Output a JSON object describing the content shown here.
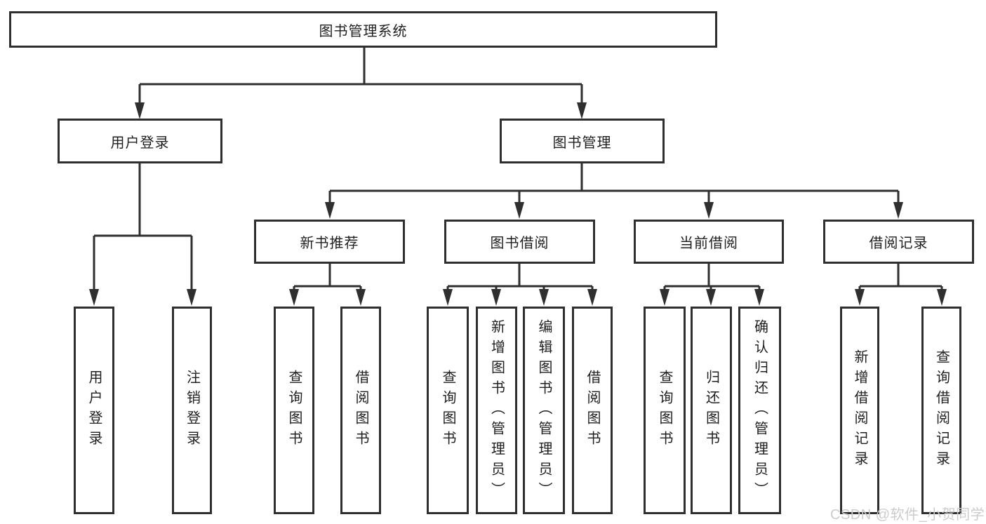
{
  "diagram": {
    "type": "hierarchy",
    "root": {
      "label": "图书管理系统"
    },
    "level2": [
      {
        "id": "user-login",
        "label": "用户登录"
      },
      {
        "id": "book-management",
        "label": "图书管理"
      }
    ],
    "level3": [
      {
        "id": "new-book-recommend",
        "parent": "book-management",
        "label": "新书推荐"
      },
      {
        "id": "book-borrow",
        "parent": "book-management",
        "label": "图书借阅"
      },
      {
        "id": "current-borrow",
        "parent": "book-management",
        "label": "当前借阅"
      },
      {
        "id": "borrow-records",
        "parent": "book-management",
        "label": "借阅记录"
      }
    ],
    "leaves": [
      {
        "parent": "user-login",
        "label": "用户登录"
      },
      {
        "parent": "user-login",
        "label": "注销登录"
      },
      {
        "parent": "new-book-recommend",
        "label": "查询图书"
      },
      {
        "parent": "new-book-recommend",
        "label": "借阅图书"
      },
      {
        "parent": "book-borrow",
        "label": "查询图书"
      },
      {
        "parent": "book-borrow",
        "label": "新增图书（管理员）"
      },
      {
        "parent": "book-borrow",
        "label": "编辑图书（管理员）"
      },
      {
        "parent": "book-borrow",
        "label": "借阅图书"
      },
      {
        "parent": "current-borrow",
        "label": "查询图书"
      },
      {
        "parent": "current-borrow",
        "label": "归还图书"
      },
      {
        "parent": "current-borrow",
        "label": "确认归还（管理员）"
      },
      {
        "parent": "borrow-records",
        "label": "新增借阅记录"
      },
      {
        "parent": "borrow-records",
        "label": "查询借阅记录"
      }
    ]
  },
  "watermark": "CSDN @软件_小贺同学",
  "colors": {
    "line": "#2f2f2f",
    "text": "#1f1f1f",
    "watermark": "#cccccc",
    "background": "#ffffff"
  }
}
